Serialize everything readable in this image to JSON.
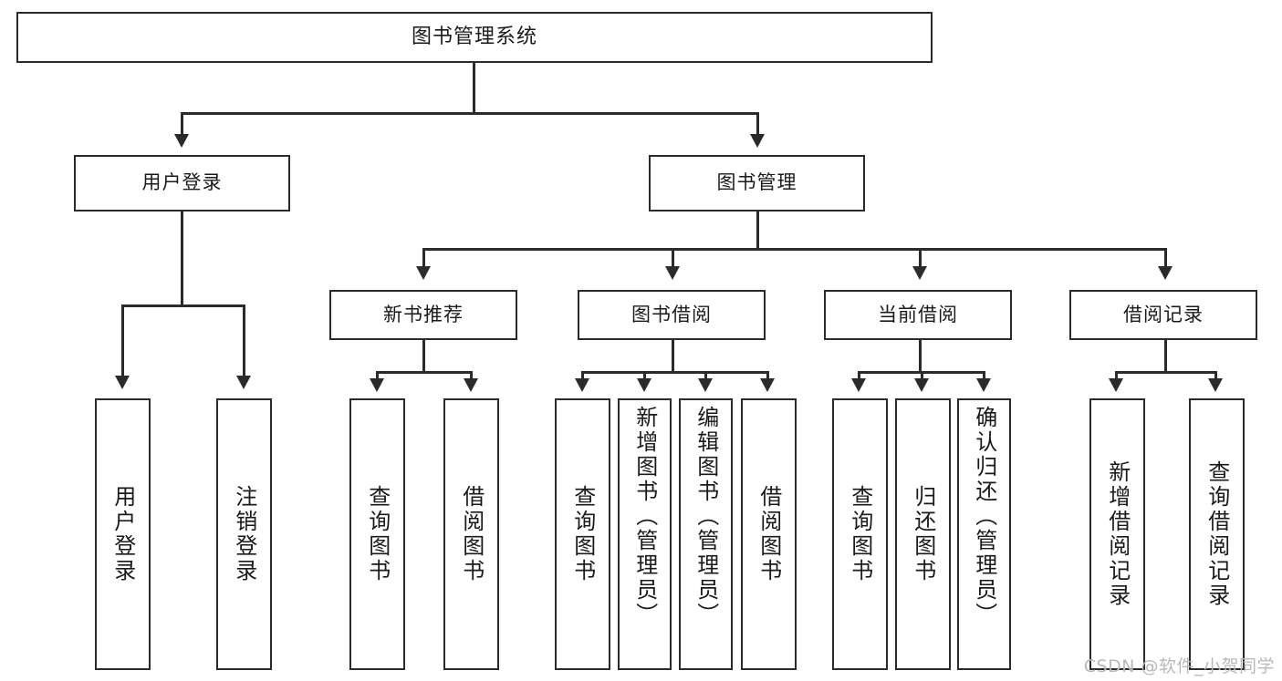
{
  "diagram": {
    "type": "tree-hierarchy-chart",
    "title": "图书管理系统",
    "root": {
      "id": "root",
      "label": "图书管理系统"
    },
    "level2": [
      {
        "id": "user-login",
        "label": "用户登录"
      },
      {
        "id": "book-manage",
        "label": "图书管理"
      }
    ],
    "level3": [
      {
        "id": "new-book-rec",
        "label": "新书推荐",
        "parent": "book-manage"
      },
      {
        "id": "book-borrow",
        "label": "图书借阅",
        "parent": "book-manage"
      },
      {
        "id": "current-borrow",
        "label": "当前借阅",
        "parent": "book-manage"
      },
      {
        "id": "borrow-record",
        "label": "借阅记录",
        "parent": "book-manage"
      }
    ],
    "leaves": [
      {
        "id": "leaf-user-login",
        "label": "用户登录",
        "parent": "user-login"
      },
      {
        "id": "leaf-user-logout",
        "label": "注销登录",
        "parent": "user-login"
      },
      {
        "id": "leaf-query-book-1",
        "label": "查询图书",
        "parent": "new-book-rec"
      },
      {
        "id": "leaf-borrow-book-1",
        "label": "借阅图书",
        "parent": "new-book-rec"
      },
      {
        "id": "leaf-query-book-2",
        "label": "查询图书",
        "parent": "book-borrow"
      },
      {
        "id": "leaf-add-book",
        "label": "新增图书（管理员）",
        "parent": "book-borrow"
      },
      {
        "id": "leaf-edit-book",
        "label": "编辑图书（管理员）",
        "parent": "book-borrow"
      },
      {
        "id": "leaf-borrow-book-2",
        "label": "借阅图书",
        "parent": "book-borrow"
      },
      {
        "id": "leaf-query-book-3",
        "label": "查询图书",
        "parent": "current-borrow"
      },
      {
        "id": "leaf-return-book",
        "label": "归还图书",
        "parent": "current-borrow"
      },
      {
        "id": "leaf-confirm-return",
        "label": "确认归还（管理员）",
        "parent": "current-borrow"
      },
      {
        "id": "leaf-add-record",
        "label": "新增借阅记录",
        "parent": "borrow-record"
      },
      {
        "id": "leaf-query-record",
        "label": "查询借阅记录",
        "parent": "borrow-record"
      }
    ]
  },
  "watermark": {
    "text": "CSDN @软件_小贺同学"
  },
  "colors": {
    "stroke": "#2b2b2b",
    "fill": "#ffffff",
    "text": "#1a1a1a",
    "watermark": "#b9b9b9"
  }
}
